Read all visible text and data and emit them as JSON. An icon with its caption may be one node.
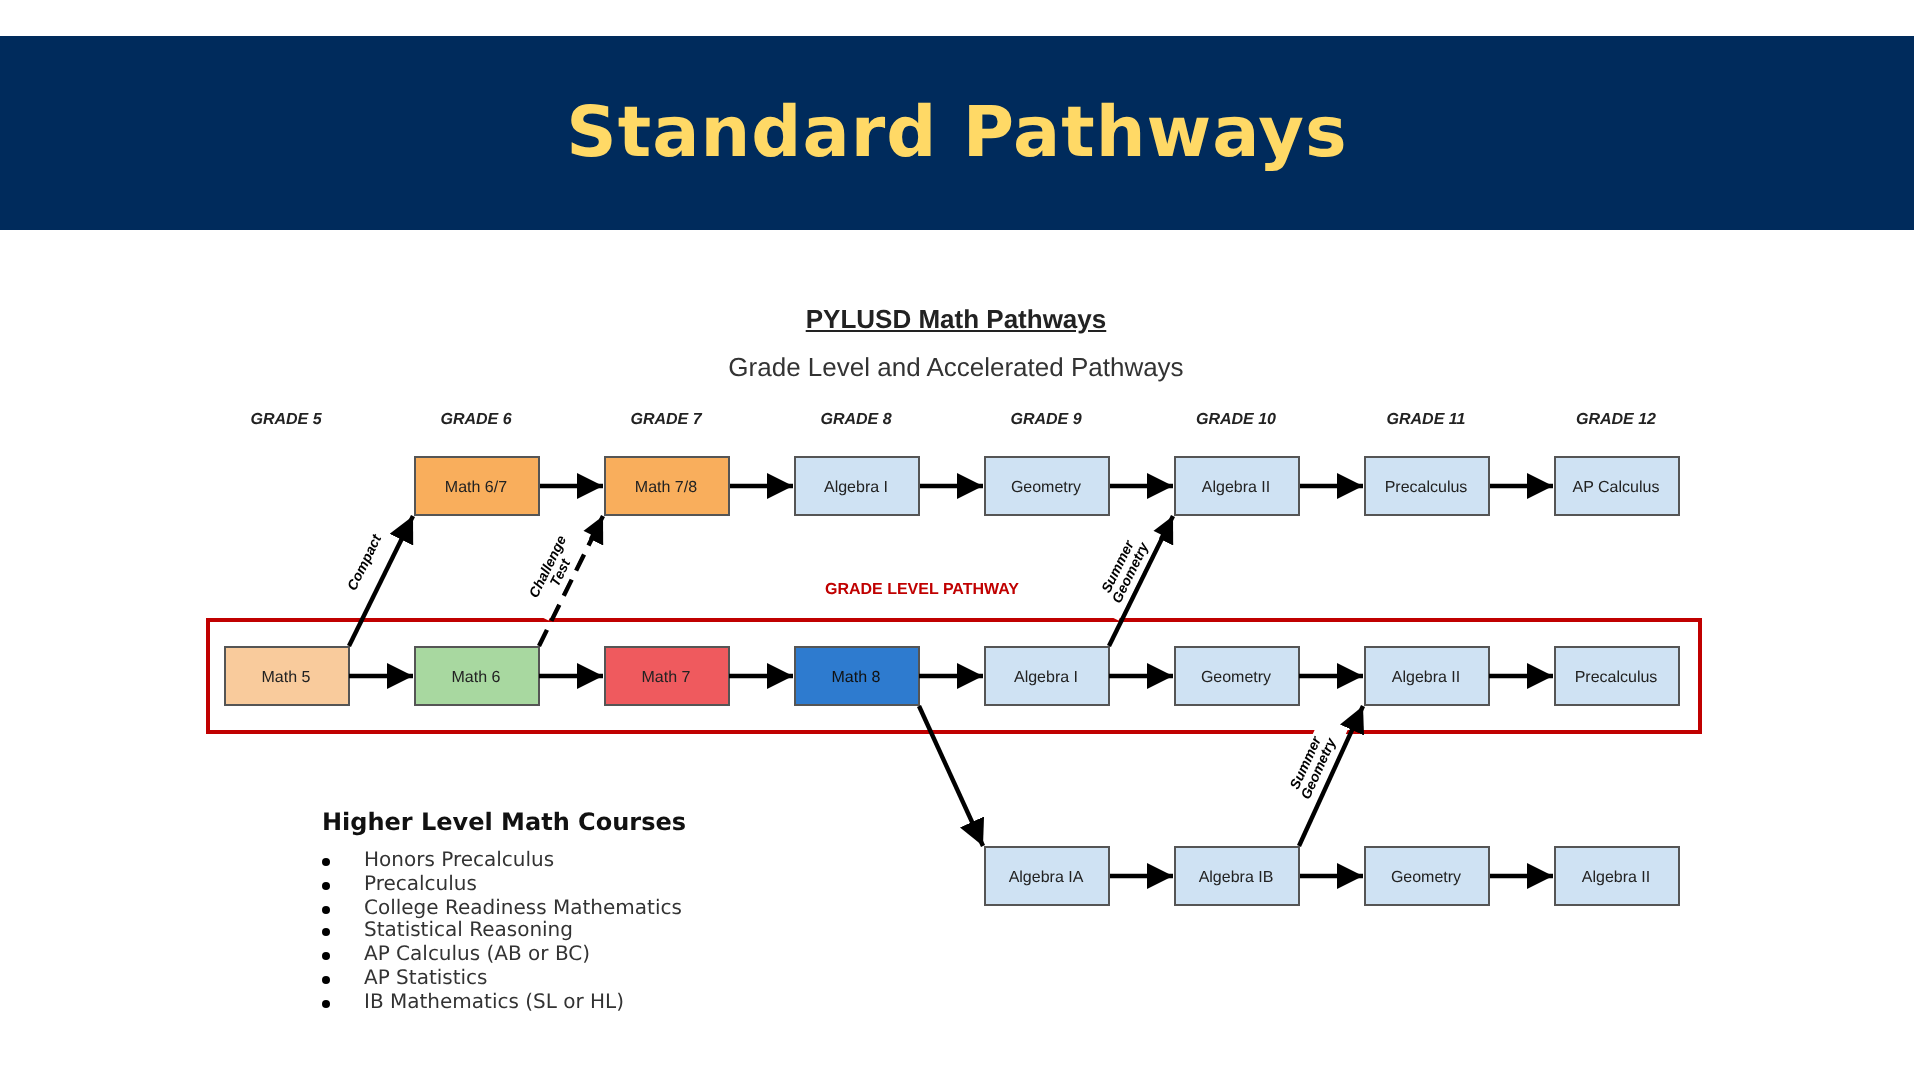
{
  "diagram": {
    "title": "Standard Pathways",
    "nodes": [
      {
        "text": [
          "Math 6/7"
        ]
      },
      {
        "text": [
          "Math 7/8"
        ]
      },
      {
        "text": [
          "Algebra I"
        ]
      },
      {
        "text": [
          "Geometry"
        ]
      },
      {
        "text": [
          "Algebra II"
        ]
      },
      {
        "text": [
          "Precalculus"
        ]
      },
      {
        "text": [
          "AP Calculus"
        ]
      },
      {
        "text": [
          "GRADE LEVEL PATHWAY"
        ]
      },
      {
        "text": [
          "Math 5"
        ],
        "in": 7
      },
      {
        "text": [
          "Math 6"
        ],
        "in": 7
      },
      {
        "text": [
          "Math 7"
        ],
        "in": 7
      },
      {
        "text": [
          "Math 8"
        ],
        "in": 7
      },
      {
        "text": [
          "Algebra I"
        ],
        "in": 7
      },
      {
        "text": [
          "Geometry"
        ],
        "in": 7
      },
      {
        "text": [
          "Algebra II"
        ],
        "in": 7
      },
      {
        "text": [
          "Precalculus"
        ],
        "in": 7
      },
      {
        "text": [
          "Algebra IA"
        ]
      },
      {
        "text": [
          "Algebra IB"
        ]
      },
      {
        "text": [
          "Geometry"
        ]
      },
      {
        "text": [
          "Algebra II"
        ]
      }
    ],
    "edges": [
      {
        "from": 0,
        "to": 1,
        "arrow": "to"
      },
      {
        "from": 1,
        "to": 2,
        "arrow": "to"
      },
      {
        "from": 2,
        "to": 3,
        "arrow": "to"
      },
      {
        "from": 3,
        "to": 4,
        "arrow": "to"
      },
      {
        "from": 4,
        "to": 5,
        "arrow": "to"
      },
      {
        "from": 5,
        "to": 6,
        "arrow": "to"
      },
      {
        "from": 8,
        "to": 0,
        "arrow": "to",
        "label": "Compact"
      },
      {
        "from": 9,
        "to": 1,
        "arrow": "to",
        "label": "Challenge Test",
        "style": "dashed"
      },
      {
        "from": 12,
        "to": 4,
        "arrow": "to",
        "label": "Summer Geometry"
      },
      {
        "from": 8,
        "to": 9,
        "arrow": "to"
      },
      {
        "from": 9,
        "to": 10,
        "arrow": "to"
      },
      {
        "from": 10,
        "to": 11,
        "arrow": "to"
      },
      {
        "from": 11,
        "to": 12,
        "arrow": "to"
      },
      {
        "from": 12,
        "to": 13,
        "arrow": "to"
      },
      {
        "from": 13,
        "to": 14,
        "arrow": "to"
      },
      {
        "from": 14,
        "to": 15,
        "arrow": "to"
      },
      {
        "from": 11,
        "to": 16,
        "arrow": "to"
      },
      {
        "from": 17,
        "to": 14,
        "arrow": "to",
        "label": "Summer Geometry"
      },
      {
        "from": 16,
        "to": 17,
        "arrow": "to"
      },
      {
        "from": 17,
        "to": 18,
        "arrow": "to"
      },
      {
        "from": 18,
        "to": 19,
        "arrow": "to"
      }
    ],
    "labels": [
      "PYLUSD Math Pathways",
      "Grade Level and Accelerated Pathways",
      "GRADE 5",
      "GRADE 6",
      "GRADE 7",
      "GRADE 8",
      "GRADE 9",
      "GRADE 10",
      "GRADE 11",
      "GRADE 12",
      "Higher Level Math Courses",
      "Honors Precalculus",
      "Precalculus",
      "College Readiness Mathematics",
      "Statistical Reasoning",
      "AP Calculus (AB or BC)",
      "AP Statistics",
      "IB Mathematics (SL or HL)"
    ]
  }
}
